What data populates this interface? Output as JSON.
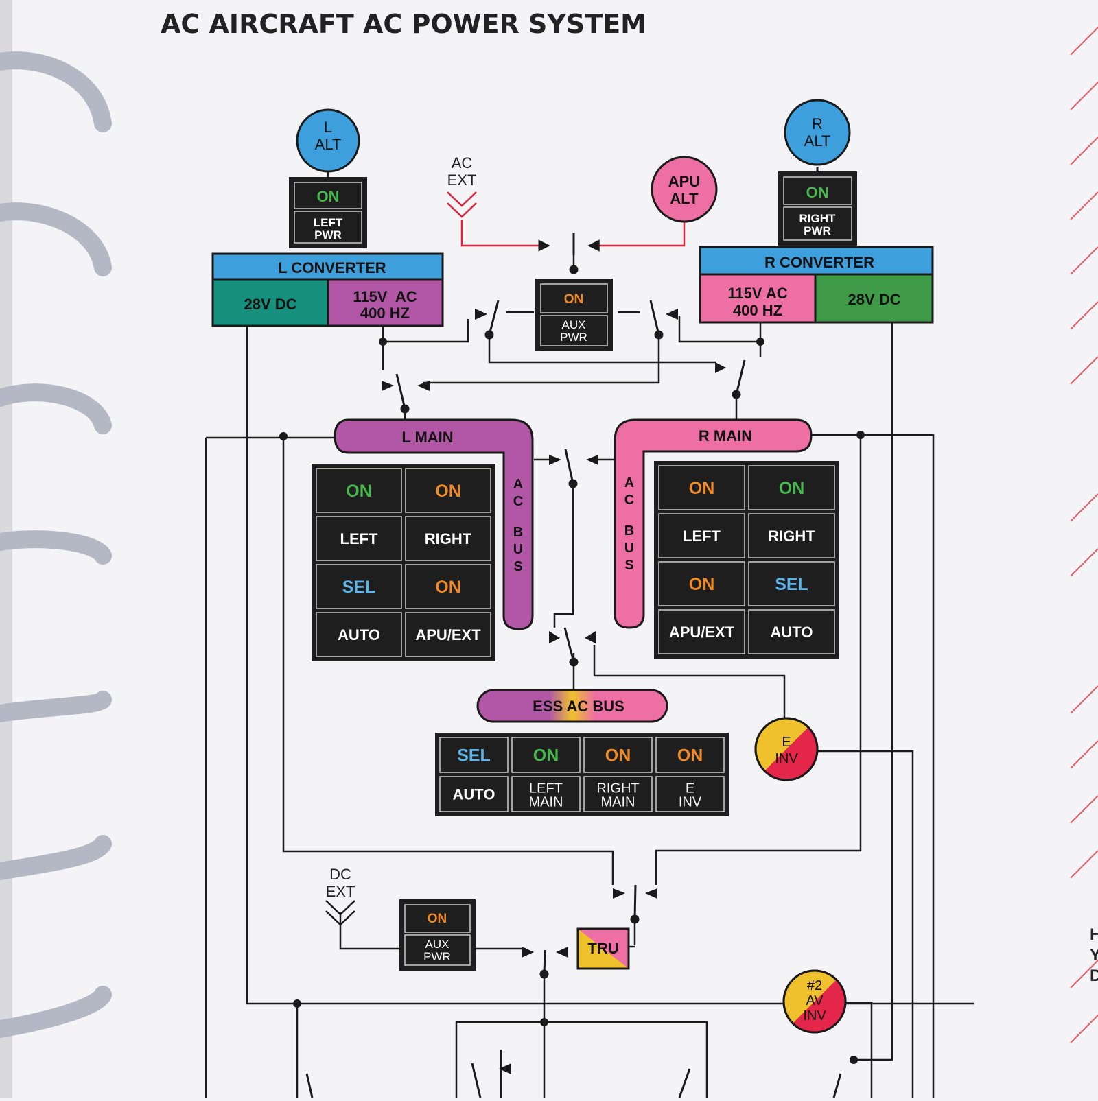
{
  "title": "AC AIRCRAFT AC POWER SYSTEM",
  "colors": {
    "blue": "#3d9fdc",
    "pink": "#ee6fa3",
    "magenta": "#b257a6",
    "green": "#3f9b48",
    "teal": "#15907c",
    "yellow": "#efc12c",
    "red": "#e4264a",
    "panel": "#1e1e1e",
    "on_green": "#46b84d",
    "on_orange": "#f08a24",
    "sel_blue": "#5cb4e8",
    "wire": "#1a1a1a",
    "ext_wire": "#e3213a"
  },
  "sources": {
    "l_alt": [
      "L",
      "ALT"
    ],
    "r_alt": [
      "R",
      "ALT"
    ],
    "apu_alt": [
      "APU",
      "ALT"
    ],
    "ac_ext": [
      "AC",
      "EXT"
    ],
    "dc_ext": [
      "DC",
      "EXT"
    ],
    "e_inv": [
      "E",
      "INV"
    ],
    "av_inv": [
      "#2",
      "AV",
      "INV"
    ]
  },
  "switches": {
    "left_pwr": {
      "status": "ON",
      "label": [
        "LEFT",
        "PWR"
      ]
    },
    "right_pwr": {
      "status": "ON",
      "label": [
        "RIGHT",
        "PWR"
      ]
    },
    "aux_pwr_ac": {
      "status": "ON",
      "label": [
        "AUX",
        "PWR"
      ]
    },
    "aux_pwr_dc": {
      "status": "ON",
      "label": [
        "AUX",
        "PWR"
      ]
    }
  },
  "converters": {
    "left": {
      "title": "L CONVERTER",
      "dc": "28V DC",
      "ac": [
        "115V  AC",
        "400 HZ"
      ]
    },
    "right": {
      "title": "R CONVERTER",
      "dc": "28V DC",
      "ac": [
        "115V AC",
        "400 HZ"
      ]
    }
  },
  "buses": {
    "l_main": "L MAIN",
    "r_main": "R MAIN",
    "ac_bus_letters": [
      "A",
      "C",
      "B",
      "U",
      "S"
    ],
    "ess_ac_bus": "ESS AC BUS",
    "tru": "TRU"
  },
  "panels": {
    "left_main": [
      {
        "status": "ON",
        "status_color": "green",
        "label": "LEFT"
      },
      {
        "status": "ON",
        "status_color": "orange",
        "label": "RIGHT"
      },
      {
        "status": "SEL",
        "status_color": "blue",
        "label": "AUTO"
      },
      {
        "status": "ON",
        "status_color": "orange",
        "label": "APU/EXT"
      }
    ],
    "right_main": [
      {
        "status": "ON",
        "status_color": "orange",
        "label": "LEFT"
      },
      {
        "status": "ON",
        "status_color": "green",
        "label": "RIGHT"
      },
      {
        "status": "ON",
        "status_color": "orange",
        "label": "APU/EXT"
      },
      {
        "status": "SEL",
        "status_color": "blue",
        "label": "AUTO"
      }
    ],
    "ess": [
      {
        "status": "SEL",
        "status_color": "blue",
        "label": [
          "AUTO"
        ]
      },
      {
        "status": "ON",
        "status_color": "green",
        "label": [
          "LEFT",
          "MAIN"
        ]
      },
      {
        "status": "ON",
        "status_color": "orange",
        "label": [
          "RIGHT",
          "MAIN"
        ]
      },
      {
        "status": "ON",
        "status_color": "orange",
        "label": [
          "E",
          "INV"
        ]
      }
    ]
  }
}
